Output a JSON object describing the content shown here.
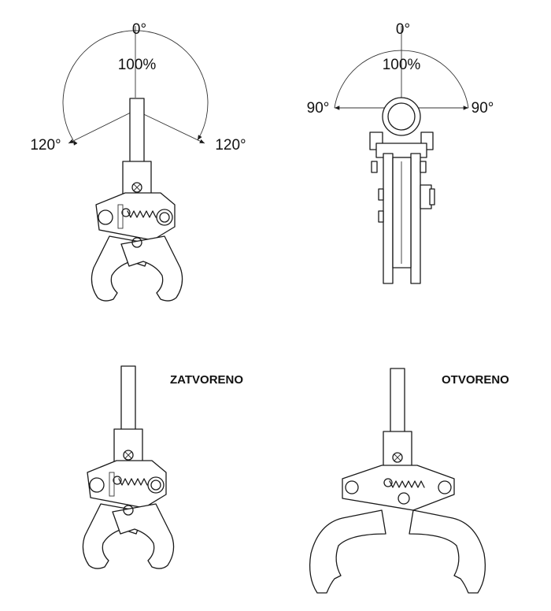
{
  "angles": {
    "front_top": "0°",
    "front_percent": "100%",
    "front_left": "120°",
    "front_right": "120°",
    "side_top": "0°",
    "side_percent": "100%",
    "side_left": "90°",
    "side_right": "90°"
  },
  "states": {
    "closed": "ZATVORENO",
    "open": "OTVORENO"
  }
}
